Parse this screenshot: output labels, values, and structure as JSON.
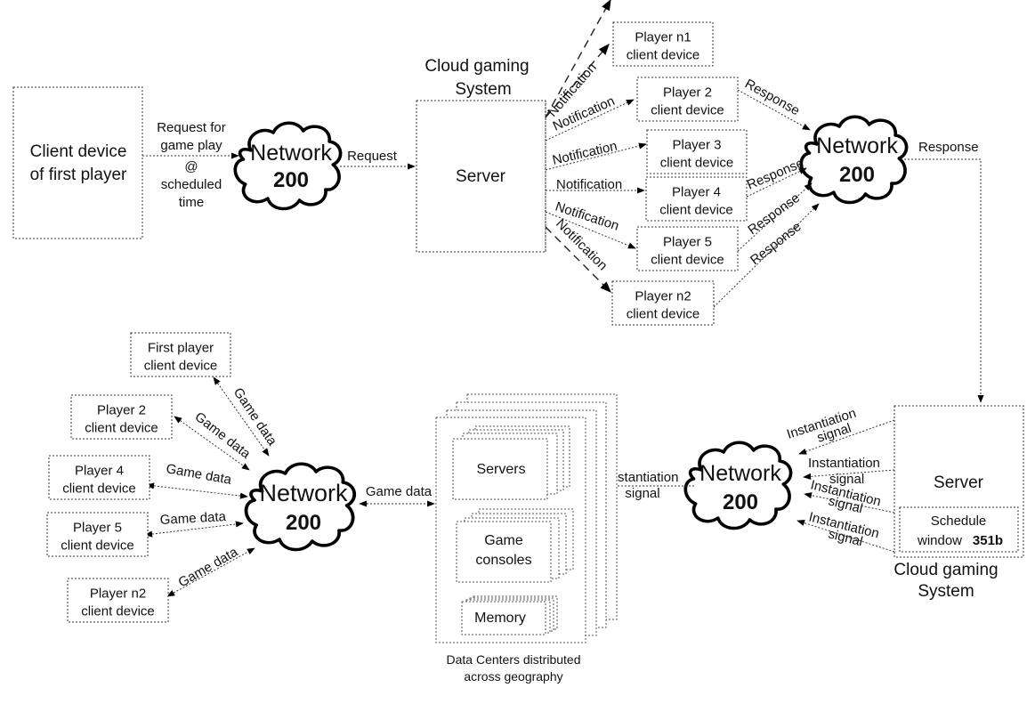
{
  "diagram": {
    "top": {
      "first_client": {
        "line1": "Client device",
        "line2": "of first player"
      },
      "request_label": [
        "Request for",
        "game play",
        "@",
        "scheduled",
        "time"
      ],
      "network": {
        "name": "Network",
        "number": "200"
      },
      "request_to_server": "Request",
      "cloud_title": [
        "Cloud gaming",
        "System"
      ],
      "server": "Server",
      "notification": "Notification",
      "players": [
        {
          "name": "Player n1",
          "sub": "client device"
        },
        {
          "name": "Player 2",
          "sub": "client device"
        },
        {
          "name": "Player 3",
          "sub": "client device"
        },
        {
          "name": "Player 4",
          "sub": "client device"
        },
        {
          "name": "Player 5",
          "sub": "client device"
        },
        {
          "name": "Player n2",
          "sub": "client device"
        }
      ],
      "response": "Response",
      "network2": {
        "name": "Network",
        "number": "200"
      },
      "response_out": "Response"
    },
    "bottom": {
      "server": "Server",
      "schedule_window": {
        "line1": "Schedule",
        "line2": "window",
        "ref": "351b"
      },
      "cloud_title": [
        "Cloud gaming",
        "System"
      ],
      "instantiation": [
        "Instantiation",
        "signal"
      ],
      "network": {
        "name": "Network",
        "number": "200"
      },
      "data_center": {
        "servers": "Servers",
        "game_consoles": [
          "Game",
          "consoles"
        ],
        "memory": "Memory",
        "caption": [
          "Data Centers distributed",
          "across geography"
        ]
      },
      "network_left": {
        "name": "Network",
        "number": "200"
      },
      "game_data": "Game data",
      "players": [
        {
          "name": "First player",
          "sub": "client device"
        },
        {
          "name": "Player 2",
          "sub": "client device"
        },
        {
          "name": "Player 4",
          "sub": "client device"
        },
        {
          "name": "Player 5",
          "sub": "client device"
        },
        {
          "name": "Player n2",
          "sub": "client device"
        }
      ]
    }
  }
}
